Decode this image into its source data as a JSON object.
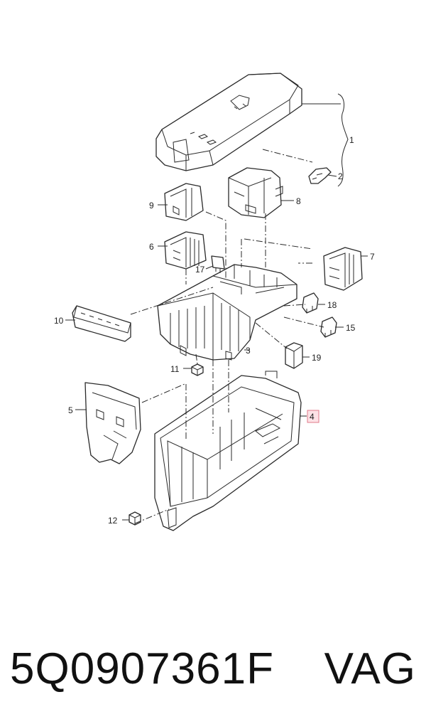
{
  "labels": {
    "l1": "1",
    "l2": "2",
    "l3": "3",
    "l4": "4",
    "l5": "5",
    "l6": "6",
    "l7": "7",
    "l8": "8",
    "l9": "9",
    "l10": "10",
    "l11": "11",
    "l12": "12",
    "l15": "15",
    "l17": "17",
    "l18": "18",
    "l19": "19"
  },
  "highlight_color": "#e07a8a",
  "caption": {
    "part_number": "5Q0907361F",
    "brand": "VAG"
  }
}
